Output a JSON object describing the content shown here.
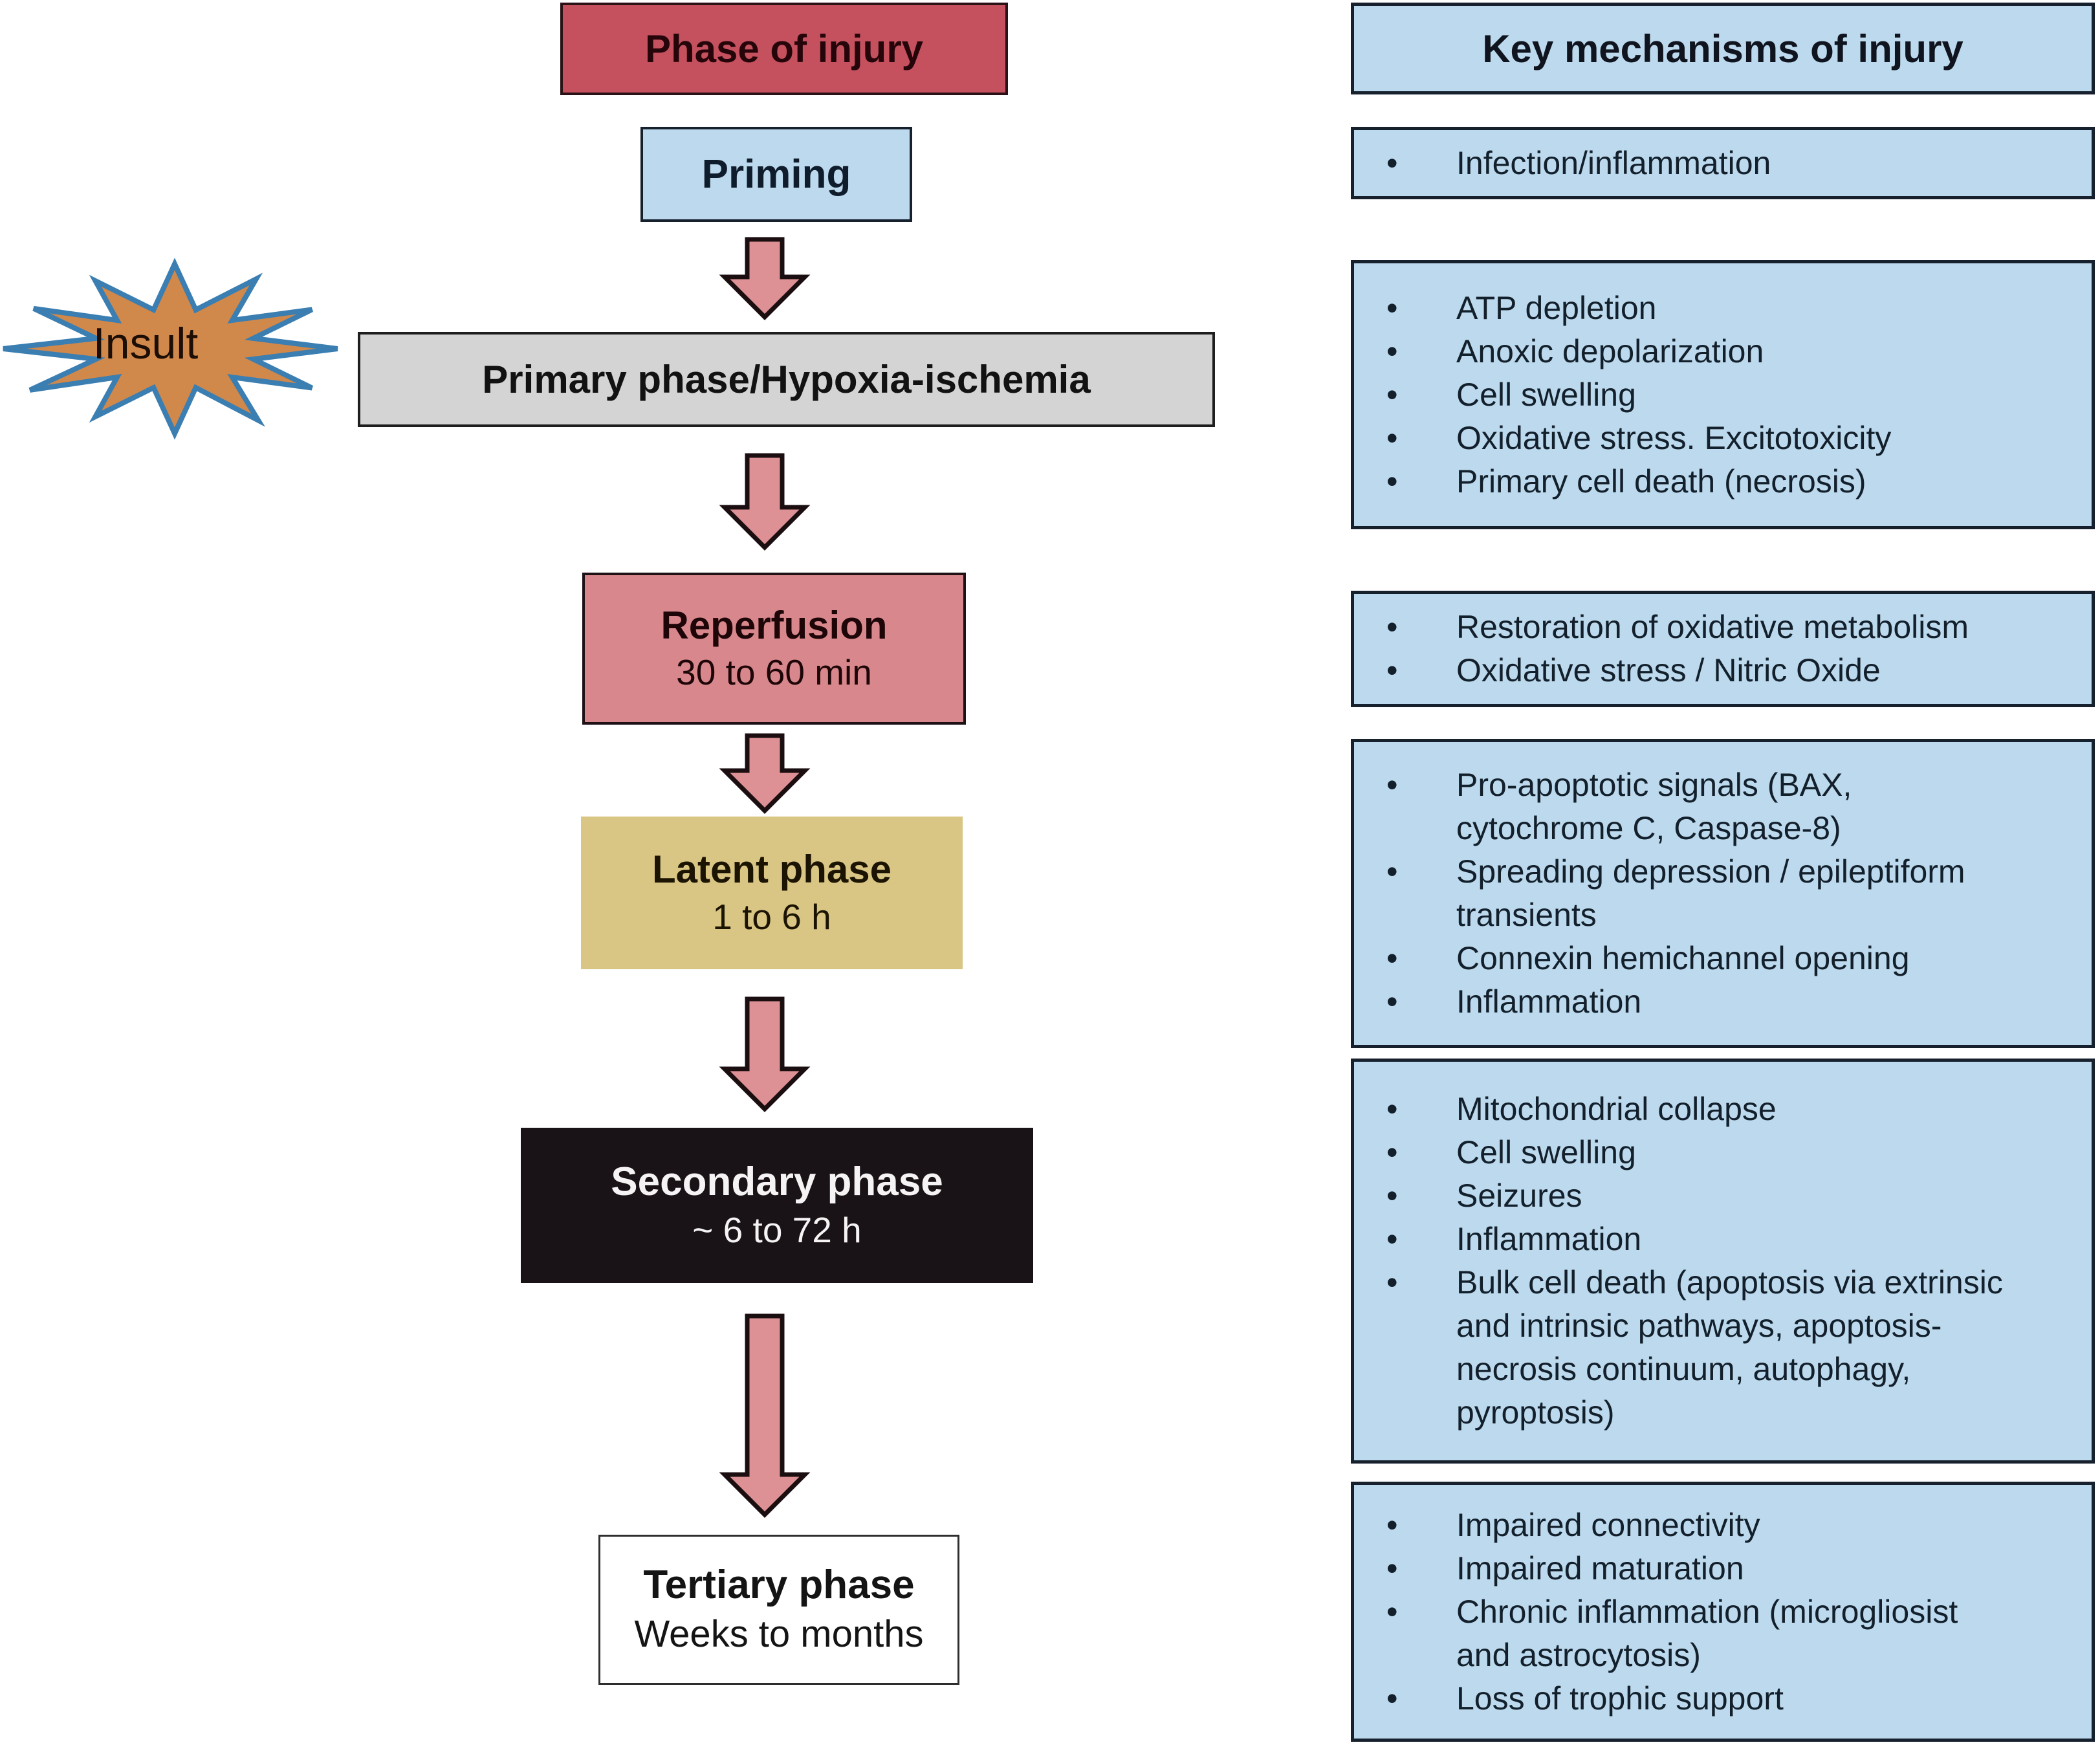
{
  "figure": {
    "left_header": "Phase of injury",
    "right_header": "Key mechanisms of injury",
    "insult_label": "Insult"
  },
  "phases": {
    "priming": {
      "title": "Priming"
    },
    "primary": {
      "title": "Primary phase/Hypoxia-ischemia"
    },
    "reperfusion": {
      "title": "Reperfusion",
      "duration": "30 to 60 min"
    },
    "latent": {
      "title": "Latent phase",
      "duration": "1 to 6 h"
    },
    "secondary": {
      "title": "Secondary phase",
      "duration": "~ 6 to 72 h"
    },
    "tertiary": {
      "title": "Tertiary phase",
      "duration": "Weeks to months"
    }
  },
  "mechanisms": [
    {
      "bullets": [
        "Infection/inflammation"
      ]
    },
    {
      "bullets": [
        "ATP depletion",
        "Anoxic depolarization",
        "Cell swelling",
        "Oxidative stress. Excitotoxicity",
        "Primary cell death (necrosis)"
      ]
    },
    {
      "bullets": [
        "Restoration of oxidative metabolism",
        "Oxidative stress / Nitric Oxide"
      ]
    },
    {
      "bullets": [
        "Pro-apoptotic signals (BAX,\ncytochrome C, Caspase-8)",
        "Spreading depression / epileptiform\ntransients",
        "Connexin hemichannel opening",
        "Inflammation"
      ]
    },
    {
      "bullets": [
        "Mitochondrial collapse",
        "Cell swelling",
        "Seizures",
        "Inflammation",
        "Bulk cell death (apoptosis via extrinsic\nand intrinsic pathways, apoptosis-\nnecrosis continuum, autophagy,\npyroptosis)"
      ]
    },
    {
      "bullets": [
        "Impaired connectivity",
        "Impaired maturation",
        "Chronic inflammation (microgliosist\nand astrocytosis)",
        "Loss of trophic support"
      ]
    }
  ],
  "colors": {
    "phase_header_red": "#C5515F",
    "mechanism_blue": "#BCD9ED",
    "primary_gray": "#D4D4D4",
    "reperfusion_salmon": "#D8888C",
    "latent_tan": "#D9C684",
    "secondary_black": "#191216",
    "arrow_salmon": "#DE9194",
    "insult_orange": "#D1884B",
    "insult_stroke_blue": "#3B7EB1"
  }
}
